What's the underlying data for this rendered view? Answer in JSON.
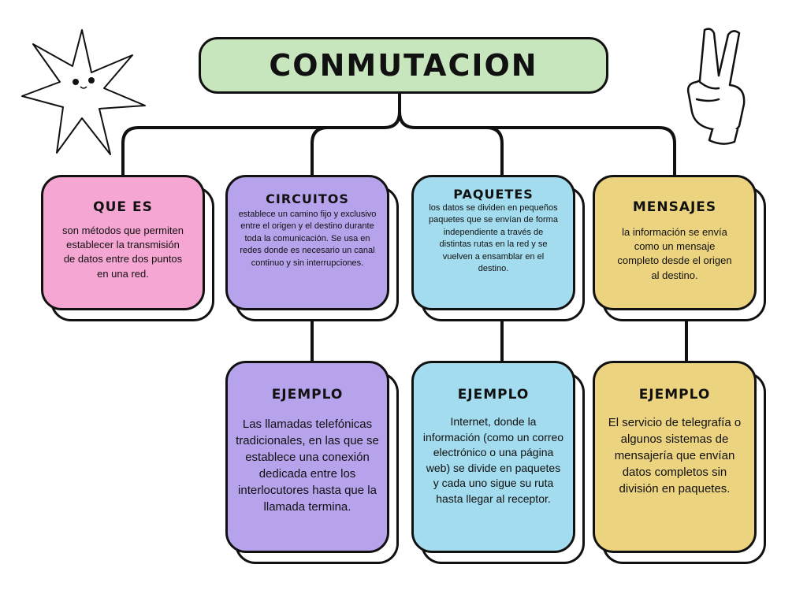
{
  "title": "CONMUTACION",
  "que_es": {
    "heading": "QUE ES",
    "text": "son métodos que permiten establecer la transmisión de datos entre dos puntos en una red."
  },
  "circuitos": {
    "heading": "CIRCUITOS",
    "text": "establece un camino fijo y exclusivo entre el origen y el destino durante toda la comunicación. Se usa en redes donde es necesario un canal continuo y sin interrupciones.",
    "example_heading": "EJEMPLO",
    "example_text": "Las llamadas telefónicas tradicionales, en las que se establece una conexión dedicada entre los interlocutores hasta que la llamada termina."
  },
  "paquetes": {
    "heading": "PAQUETES",
    "text": "los datos se dividen en pequeños paquetes que se envían de forma independiente a través de distintas rutas en la red y se vuelven a ensamblar en el destino.",
    "example_heading": "EJEMPLO",
    "example_text": "Internet, donde la información (como un correo electrónico o una página web) se divide en paquetes y cada uno sigue su ruta hasta llegar al receptor."
  },
  "mensajes": {
    "heading": "MENSAJES",
    "text": "la información se envía como un mensaje completo desde el origen al destino.",
    "example_heading": "EJEMPLO",
    "example_text": "El servicio de telegrafía o algunos sistemas de mensajería que envían datos completos sin división en paquetes."
  },
  "colors": {
    "title": "#c8e6bd",
    "que_es": "#f6a6d3",
    "circuitos": "#b6a3ec",
    "paquetes": "#a3dcee",
    "mensajes": "#ecd37f"
  },
  "decorations": [
    "star-doodle-icon",
    "peace-hand-icon"
  ]
}
